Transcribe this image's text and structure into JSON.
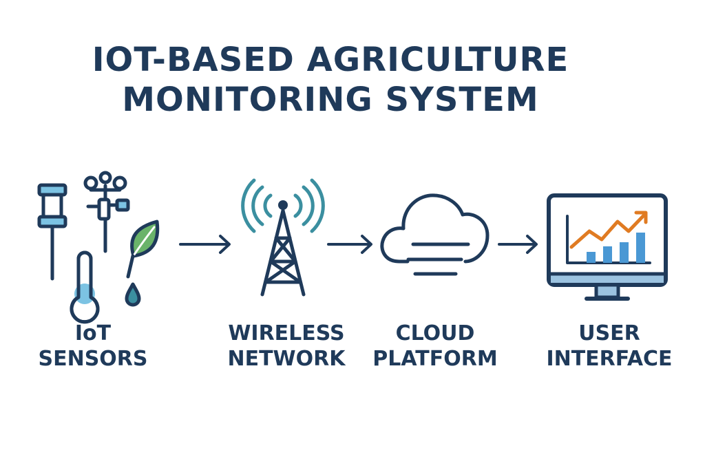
{
  "title": {
    "line1": "IOT-BASED AGRICULTURE",
    "line2": "MONITORING SYSTEM"
  },
  "stages": [
    {
      "line1": "IoT",
      "line2": "SENSORS",
      "icon": "sensors-icon"
    },
    {
      "line1": "WIRELESS",
      "line2": "NETWORK",
      "icon": "antenna-tower-icon"
    },
    {
      "line1": "CLOUD",
      "line2": "PLATFORM",
      "icon": "cloud-icon"
    },
    {
      "line1": "USER",
      "line2": "INTERFACE",
      "icon": "monitor-chart-icon"
    }
  ],
  "colors": {
    "navy": "#1f3a5a",
    "teal": "#3b8fa0",
    "light_blue": "#7cc3e3",
    "leaf_green": "#5aa05a",
    "trend_orange": "#e07b22",
    "bar_blue": "#4a98d4"
  }
}
